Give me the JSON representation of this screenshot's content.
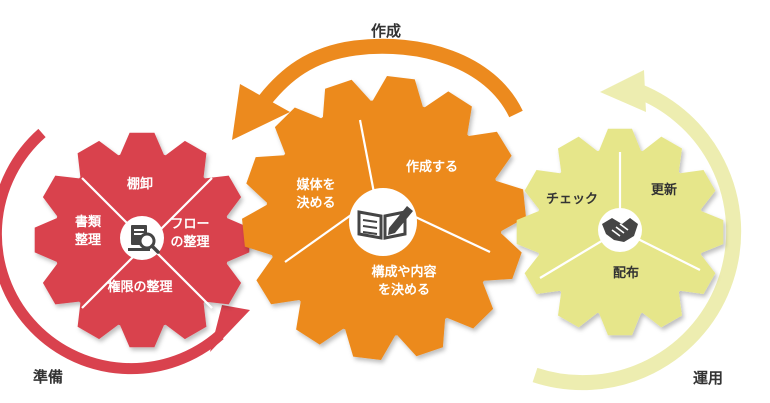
{
  "phases": {
    "prepare": "準備",
    "create": "作成",
    "operate": "運用"
  },
  "gears": {
    "red": {
      "color": "#d9424e",
      "icon": "document-search-icon",
      "segments": {
        "top": "棚卸",
        "left": [
          "書類",
          "整理"
        ],
        "right": [
          "フロー",
          "の整理"
        ],
        "bottom": "権限の整理"
      }
    },
    "orange": {
      "color": "#ec8a1e",
      "icon": "book-pencil-icon",
      "segments": {
        "left": [
          "媒体を",
          "決める"
        ],
        "right": "作成する",
        "bottom": [
          "構成や内容",
          "を決める"
        ]
      }
    },
    "yellow": {
      "color": "#e6e68a",
      "icon": "handshake-icon",
      "segments": {
        "left": "チェック",
        "right": "更新",
        "bottom": "配布"
      }
    }
  },
  "arrows": {
    "red": "#d9424e",
    "orange": "#ec8a1e",
    "yellow": "#ededb0"
  }
}
